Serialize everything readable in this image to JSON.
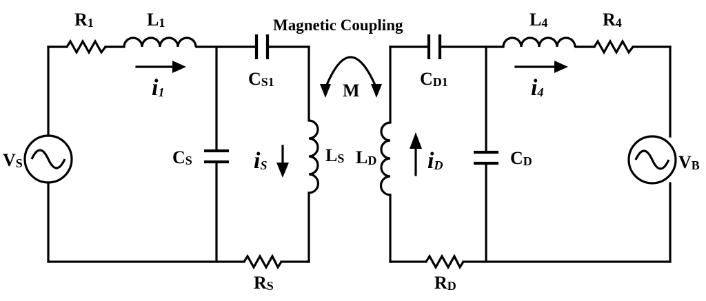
{
  "title": "Magnetic Coupling",
  "mutual": "M",
  "components": {
    "R1": {
      "main": "R",
      "sub": "1"
    },
    "L1": {
      "main": "L",
      "sub": "1"
    },
    "CS1": {
      "main": "C",
      "sub": "S1"
    },
    "CS": {
      "main": "C",
      "sub": "S"
    },
    "LS": {
      "main": "L",
      "sub": "S"
    },
    "RS": {
      "main": "R",
      "sub": "S"
    },
    "VS": {
      "main": "V",
      "sub": "S"
    },
    "CD1": {
      "main": "C",
      "sub": "D1"
    },
    "LD": {
      "main": "L",
      "sub": "D"
    },
    "CD": {
      "main": "C",
      "sub": "D"
    },
    "RD": {
      "main": "R",
      "sub": "D"
    },
    "L4": {
      "main": "L",
      "sub": "4"
    },
    "R4": {
      "main": "R",
      "sub": "4"
    },
    "VB": {
      "main": "V",
      "sub": "B"
    }
  },
  "currents": {
    "i1": {
      "main": "i",
      "sub": "1"
    },
    "iS": {
      "main": "i",
      "sub": "S"
    },
    "iD": {
      "main": "i",
      "sub": "D"
    },
    "i4": {
      "main": "i",
      "sub": "4"
    }
  }
}
